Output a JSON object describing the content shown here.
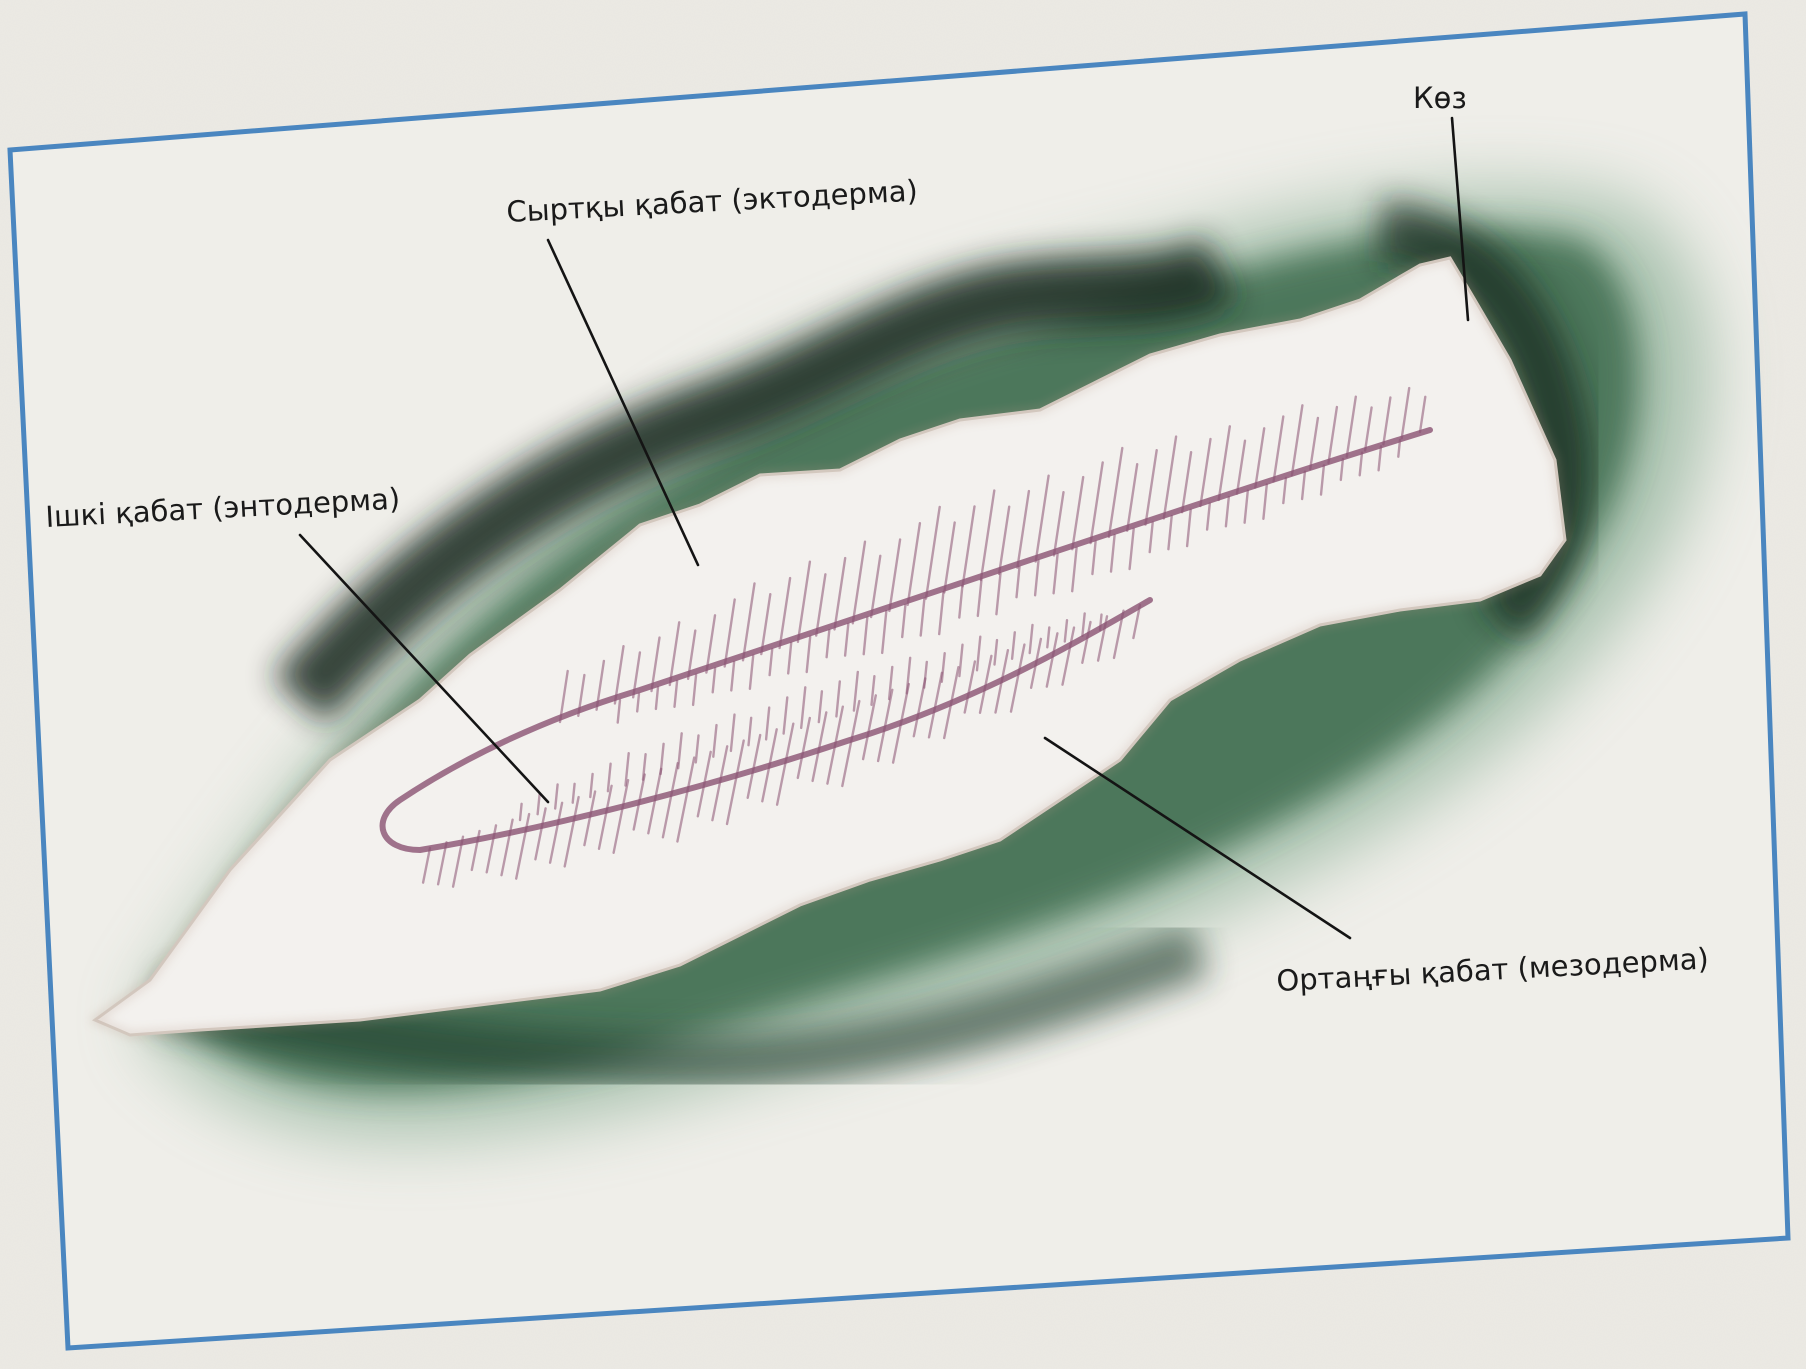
{
  "figure": {
    "labels": {
      "eye": "Көз",
      "ectoderm": "Сыртқы қабат (эктодерма)",
      "endoderm": "Ішкі қабат (энтодерма)",
      "mesoderm": "Ортаңғы қабат (мезодерма)"
    },
    "colors": {
      "frame": "#4a86c0",
      "background_green": "#2f5e40",
      "body": "#f3f1ee",
      "gut": "#8a5272",
      "leader": "#141414"
    }
  }
}
